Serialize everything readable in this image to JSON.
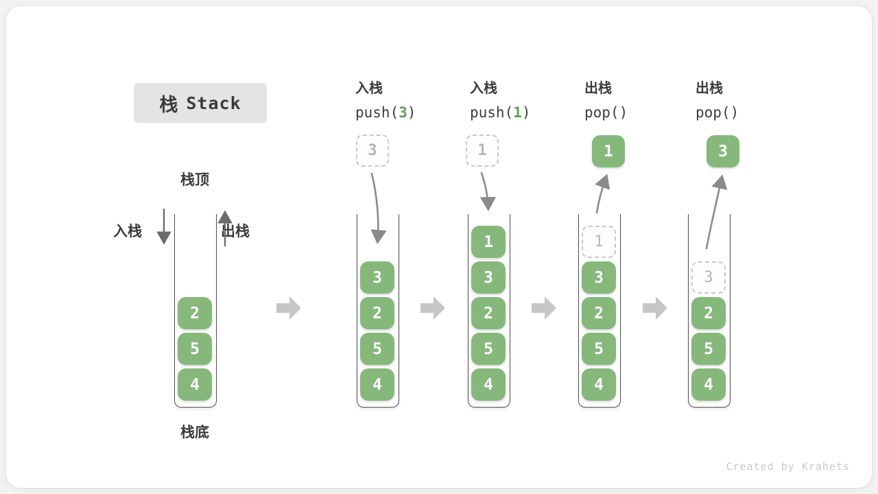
{
  "title": {
    "zh": "栈",
    "en": "Stack"
  },
  "side_labels": {
    "stack_top": "栈顶",
    "stack_bottom": "栈底",
    "push_zh": "入栈",
    "pop_zh": "出栈"
  },
  "operations": [
    {
      "zh": "入栈",
      "pre": "push(",
      "arg": "3",
      "post": ")"
    },
    {
      "zh": "入栈",
      "pre": "push(",
      "arg": "1",
      "post": ")"
    },
    {
      "zh": "出栈",
      "pre": "pop(",
      "arg": "",
      "post": ")"
    },
    {
      "zh": "出栈",
      "pre": "pop(",
      "arg": "",
      "post": ")"
    }
  ],
  "floating": [
    {
      "value": "3",
      "style": "ghost"
    },
    {
      "value": "1",
      "style": "ghost"
    },
    {
      "value": "1",
      "style": "solid"
    },
    {
      "value": "3",
      "style": "solid"
    }
  ],
  "stacks": [
    {
      "slots": [
        {
          "v": "2",
          "t": "solid"
        },
        {
          "v": "5",
          "t": "solid"
        },
        {
          "v": "4",
          "t": "solid"
        }
      ]
    },
    {
      "slots": [
        {
          "v": "3",
          "t": "solid"
        },
        {
          "v": "2",
          "t": "solid"
        },
        {
          "v": "5",
          "t": "solid"
        },
        {
          "v": "4",
          "t": "solid"
        }
      ]
    },
    {
      "slots": [
        {
          "v": "1",
          "t": "solid"
        },
        {
          "v": "3",
          "t": "solid"
        },
        {
          "v": "2",
          "t": "solid"
        },
        {
          "v": "5",
          "t": "solid"
        },
        {
          "v": "4",
          "t": "solid"
        }
      ]
    },
    {
      "slots": [
        {
          "v": "1",
          "t": "ghost"
        },
        {
          "v": "3",
          "t": "solid"
        },
        {
          "v": "2",
          "t": "solid"
        },
        {
          "v": "5",
          "t": "solid"
        },
        {
          "v": "4",
          "t": "solid"
        }
      ]
    },
    {
      "slots": [
        {
          "v": "3",
          "t": "ghost"
        },
        {
          "v": "2",
          "t": "solid"
        },
        {
          "v": "5",
          "t": "solid"
        },
        {
          "v": "4",
          "t": "solid"
        }
      ]
    }
  ],
  "watermark": "Created by Krahets",
  "colors": {
    "value_green": "#86b87c",
    "code_arg_green": "#5aa14e",
    "ghost_border": "#c9c9c9",
    "ghost_text": "#b5b5b5",
    "dark_text": "#3b3b3b",
    "container_stroke": "#4d4d4d",
    "curve_arrow": "#8a8a8a",
    "flow_arrow": "#c6c6c6",
    "title_bg": "#e4e4e4",
    "watermark_gray": "#c9c9c9"
  }
}
